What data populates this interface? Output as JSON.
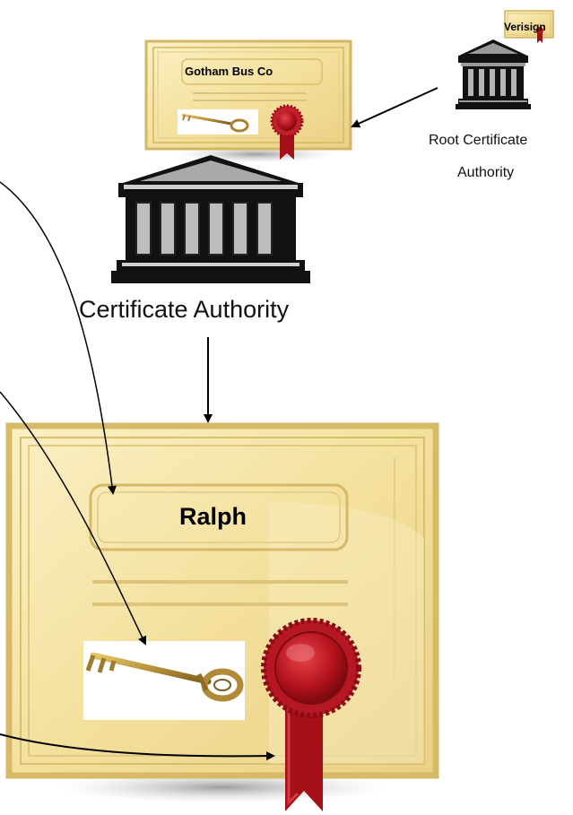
{
  "diagram": {
    "root_ca": {
      "label_line1": "Root Certificate",
      "label_line2": "Authority",
      "certificate_name": "Verisign"
    },
    "intermediate_ca": {
      "label": "Certificate Authority",
      "certificate_name": "Gotham Bus  Co"
    },
    "end_certificate": {
      "name": "Ralph"
    }
  },
  "colors": {
    "parchment": "#f6e6a8",
    "parchment_light": "#fbf3d2",
    "frame": "#d8bf6e",
    "seal_red": "#b3121c",
    "seal_dark": "#7d0a10",
    "key_gold": "#b8923a",
    "building": "#111111",
    "building_gray": "#a9a9a9",
    "arrow": "#000000"
  }
}
